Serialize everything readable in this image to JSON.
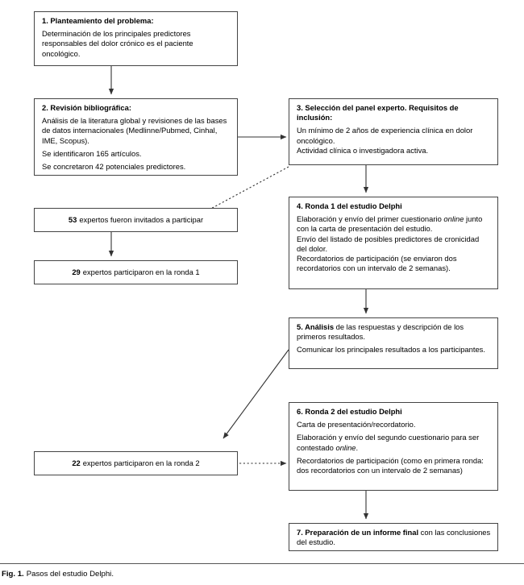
{
  "figure": {
    "caption_label": "Fig. 1.",
    "caption_text": "Pasos del estudio Delphi.",
    "colors": {
      "box_border": "#444444",
      "background": "#ffffff",
      "text": "#000000",
      "connector": "#333333"
    }
  },
  "nodes": {
    "step1": {
      "title": "1. Planteamiento del problema:",
      "body": "Determinación de los principales predictores responsables del dolor crónico es el paciente oncológico."
    },
    "step2": {
      "title": "2. Revisión bibliográfica:",
      "body1": "Análisis de la literatura global y revisiones de las bases de datos internacionales (Medlinne/Pubmed, Cinhal, IME, Scopus).",
      "body2": "Se identificaron 165 artículos.",
      "body3": "Se concretaron 42 potenciales predictores."
    },
    "step3": {
      "title": "3. Selección del panel experto. Requisitos de inclusión:",
      "body1": "Un mínimo de 2 años de experiencia clínica en dolor oncológico.",
      "body2": "Actividad clínica o investigadora activa."
    },
    "step4": {
      "title": "4. Ronda 1 del estudio Delphi",
      "body1_a": "Elaboración y envío del primer cuestionario ",
      "body1_em": "online",
      "body1_b": " junto con la carta de presentación del estudio.",
      "body2": "Envío del listado de posibles predictores de cronicidad del dolor.",
      "body3": "Recordatorios de participación (se enviaron dos recordatorios con un intervalo de 2 semanas)."
    },
    "step5": {
      "title": "5. Análisis",
      "title_rest": " de las respuestas y descripción de los primeros resultados.",
      "body1": "Comunicar los principales resultados a los participantes."
    },
    "step6": {
      "title": "6. Ronda 2 del estudio Delphi",
      "body1": "Carta de presentación/recordatorio.",
      "body2_a": "Elaboración y envío del segundo cuestionario para ser contestado ",
      "body2_em": "online",
      "body2_b": ".",
      "body3": "Recordatorios de participación (como en primera ronda: dos recordatorios con un intervalo de 2 semanas)"
    },
    "step7": {
      "title": "7. Preparación de un informe final",
      "title_rest": " con las conclusiones del estudio."
    },
    "invited": {
      "number": "53",
      "text": "expertos fueron invitados a participar"
    },
    "round1": {
      "number": "29",
      "text": "expertos participaron en la ronda 1"
    },
    "round2": {
      "number": "22",
      "text": "expertos participaron en la ronda 2"
    }
  },
  "connectors": [
    {
      "name": "step1-to-step2",
      "style": "solid",
      "from": "step1",
      "to": "step2"
    },
    {
      "name": "step2-to-step3",
      "style": "solid",
      "from": "step2",
      "to": "step3"
    },
    {
      "name": "step3-to-invited",
      "style": "dotted",
      "from": "step3",
      "to": "invited"
    },
    {
      "name": "step3-to-step4",
      "style": "solid",
      "from": "step3",
      "to": "step4"
    },
    {
      "name": "invited-to-round1",
      "style": "solid",
      "from": "invited",
      "to": "round1"
    },
    {
      "name": "step4-to-step5",
      "style": "solid",
      "from": "step4",
      "to": "step5"
    },
    {
      "name": "step5-to-round2",
      "style": "solid",
      "from": "step5",
      "to": "round2"
    },
    {
      "name": "round2-to-step6",
      "style": "dotted",
      "from": "round2",
      "to": "step6"
    },
    {
      "name": "step6-to-step7",
      "style": "solid",
      "from": "step6",
      "to": "step7"
    }
  ]
}
